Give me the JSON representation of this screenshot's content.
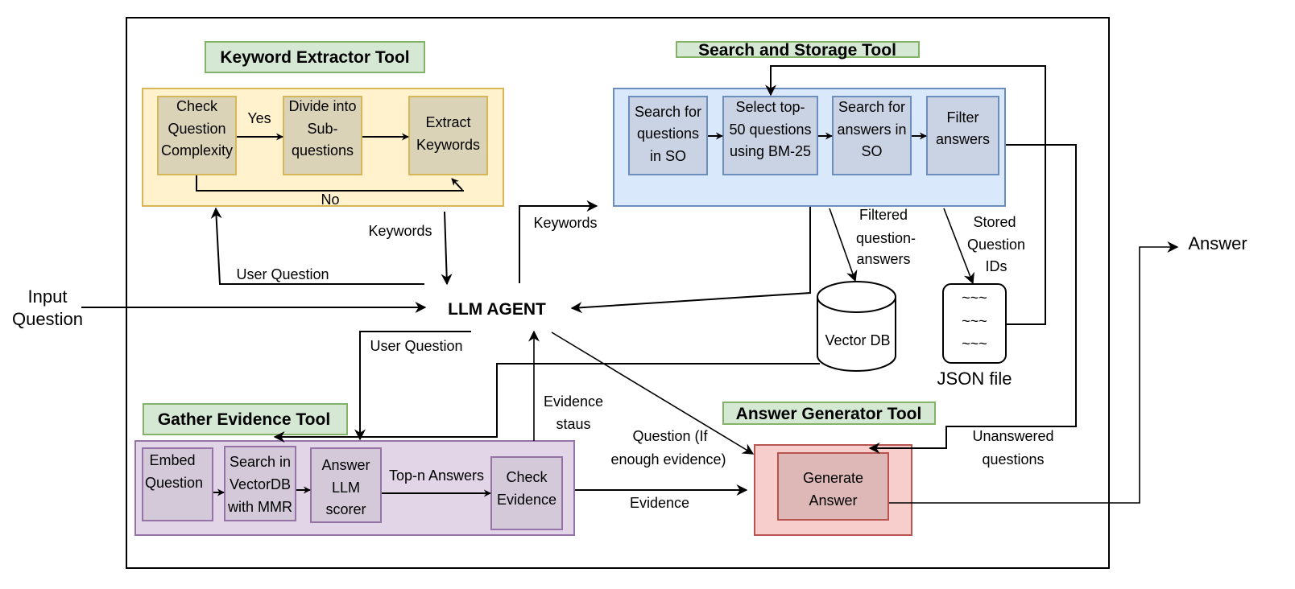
{
  "colors": {
    "title_fill": "#d5e8d4",
    "title_stroke": "#82b366",
    "keyword_fill": "#fff2cc",
    "keyword_stroke": "#d6b656",
    "keyword_inner": "#dbd3b8",
    "search_fill": "#dae8fc",
    "search_stroke": "#6c8ebf",
    "search_inner": "#c9d3e3",
    "gather_fill": "#e1d5e7",
    "gather_stroke": "#9673a6",
    "gather_inner": "#d3c9d9",
    "answer_fill": "#f8cecc",
    "answer_stroke": "#b85450",
    "answer_inner": "#deb8b6"
  },
  "agent": {
    "label": "LLM AGENT"
  },
  "input": {
    "line1": "Input",
    "line2": "Question"
  },
  "output": {
    "label": "Answer"
  },
  "keyword_tool": {
    "title": "Keyword Extractor Tool",
    "steps": [
      {
        "lines": [
          "Check",
          "Question",
          "Complexity"
        ]
      },
      {
        "lines": [
          "Divide into",
          "Sub-",
          "questions"
        ]
      },
      {
        "lines": [
          "Extract",
          "Keywords"
        ]
      }
    ],
    "yes_label": "Yes",
    "no_label": "No"
  },
  "search_tool": {
    "title": "Search and Storage Tool",
    "steps": [
      {
        "lines": [
          "Search for",
          "questions",
          "in SO"
        ]
      },
      {
        "lines": [
          "Select top-",
          "50 questions",
          "using BM-25"
        ]
      },
      {
        "lines": [
          "Search for",
          "answers in",
          "SO"
        ]
      },
      {
        "lines": [
          "Filter",
          "answers"
        ]
      }
    ]
  },
  "storage": {
    "vector_db": "Vector DB",
    "json_file": "JSON file",
    "json_lines": [
      "~~~",
      "~~~",
      "~~~"
    ]
  },
  "gather_tool": {
    "title": "Gather Evidence Tool",
    "steps": [
      {
        "lines": [
          "Embed",
          "Question"
        ]
      },
      {
        "lines": [
          "Search in",
          "VectorDB",
          "with MMR"
        ]
      },
      {
        "lines": [
          "Answer",
          "LLM",
          "scorer"
        ]
      },
      {
        "lines": [
          "Check",
          "Evidence"
        ]
      }
    ],
    "top_n_label": "Top-n Answers"
  },
  "answer_tool": {
    "title": "Answer Generator Tool",
    "steps": [
      {
        "lines": [
          "Generate",
          "Answer"
        ]
      }
    ]
  },
  "edge_labels": {
    "keywords_in": "Keywords",
    "keywords_out": "Keywords",
    "user_question_top": "User Question",
    "user_question_bottom": "User Question",
    "filtered": [
      "Filtered",
      "question-",
      "answers"
    ],
    "stored": [
      "Stored",
      "Question",
      "IDs"
    ],
    "evidence_status": [
      "Evidence",
      "staus"
    ],
    "question_if": [
      "Question (If",
      "enough evidence)"
    ],
    "evidence": "Evidence",
    "unanswered": [
      "Unanswered",
      "questions"
    ]
  }
}
